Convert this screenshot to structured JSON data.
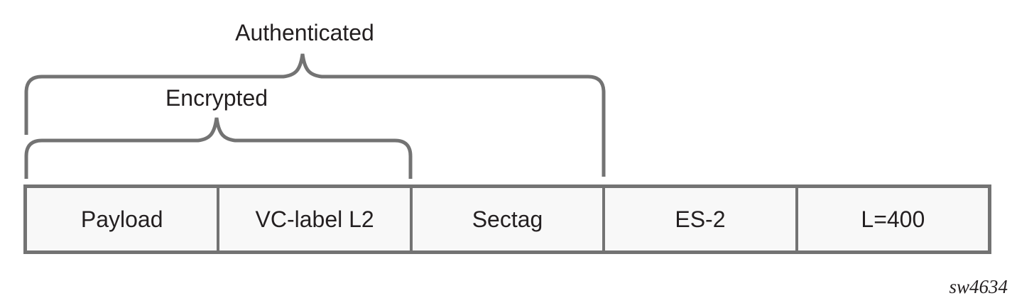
{
  "diagram": {
    "braces": {
      "authenticated": {
        "label": "Authenticated",
        "covers": [
          "Payload",
          "VC-label L2",
          "Sectag"
        ]
      },
      "encrypted": {
        "label": "Encrypted",
        "covers": [
          "Payload",
          "VC-label L2"
        ]
      }
    },
    "fields": [
      "Payload",
      "VC-label L2",
      "Sectag",
      "ES-2",
      "L=400"
    ],
    "watermark": "sw4634",
    "colors": {
      "line": "#737373",
      "box_fill": "#f8f8f8",
      "text": "#231f20",
      "background": "#ffffff"
    }
  }
}
